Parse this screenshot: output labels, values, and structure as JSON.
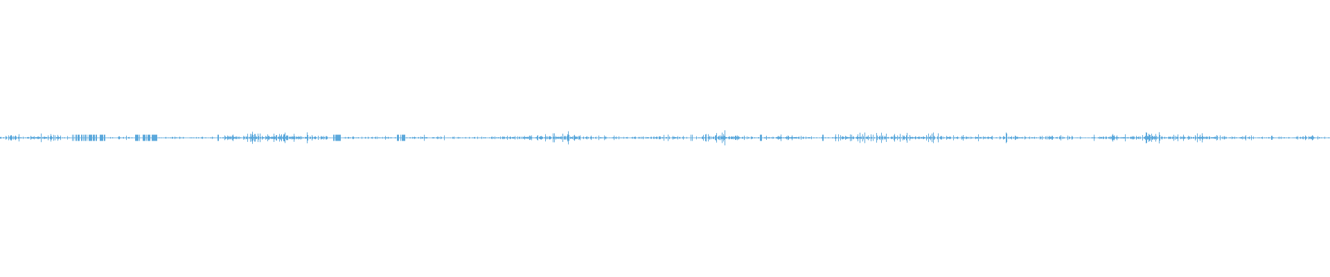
{
  "waveform": {
    "color": "#4a9fd8",
    "background": "#ffffff",
    "seed": 20231,
    "segments": [
      [
        0,
        0.2
      ],
      [
        0.3,
        0.2
      ],
      [
        1.0,
        0.9
      ],
      [
        1.5,
        0.3
      ],
      [
        3.0,
        0.5
      ],
      [
        4.0,
        0.35
      ],
      [
        4.9,
        0.2
      ],
      [
        5.8,
        0.05
      ],
      [
        6.6,
        0.05
      ],
      [
        7.4,
        0.05
      ],
      [
        8.1,
        0.15
      ],
      [
        9.1,
        0.3
      ],
      [
        10.5,
        0.05
      ],
      [
        11.4,
        0.05
      ],
      [
        12.3,
        0.2
      ],
      [
        13.2,
        0.2
      ],
      [
        14.3,
        0.2
      ],
      [
        15.2,
        0.2
      ],
      [
        15.8,
        0.25
      ],
      [
        16.4,
        0.1
      ],
      [
        17.0,
        0.5
      ],
      [
        18.1,
        0.6
      ],
      [
        19.0,
        0.7
      ],
      [
        20.3,
        0.8
      ],
      [
        21.6,
        1.0
      ],
      [
        22.7,
        0.6
      ],
      [
        23.6,
        0.5
      ],
      [
        24.4,
        0.3
      ],
      [
        25.2,
        0.05
      ],
      [
        26.3,
        0.25
      ],
      [
        27.4,
        0.2
      ],
      [
        28.3,
        0.2
      ],
      [
        29.2,
        0.25
      ],
      [
        29.9,
        0.1
      ],
      [
        30.4,
        0.1
      ],
      [
        31.1,
        0.5
      ],
      [
        32.1,
        0.3
      ],
      [
        33.2,
        0.25
      ],
      [
        34.2,
        0.2
      ],
      [
        35.3,
        0.15
      ],
      [
        36.4,
        0.15
      ],
      [
        37.4,
        0.25
      ],
      [
        38.4,
        0.35
      ],
      [
        39.3,
        0.3
      ],
      [
        40.5,
        0.6
      ],
      [
        41.6,
        0.75
      ],
      [
        42.8,
        0.65
      ],
      [
        44.0,
        0.4
      ],
      [
        45.1,
        0.25
      ],
      [
        46.4,
        0.25
      ],
      [
        47.6,
        0.2
      ],
      [
        48.6,
        0.25
      ],
      [
        49.9,
        0.35
      ],
      [
        51.1,
        0.25
      ],
      [
        52.0,
        0.1
      ],
      [
        53.0,
        0.35
      ],
      [
        54.3,
        1.0
      ],
      [
        55.5,
        0.45
      ],
      [
        56.4,
        0.25
      ],
      [
        57.2,
        0.1
      ],
      [
        58.1,
        0.5
      ],
      [
        59.2,
        0.4
      ],
      [
        60.2,
        0.2
      ],
      [
        61.2,
        0.2
      ],
      [
        61.9,
        0.1
      ],
      [
        62.6,
        0.3
      ],
      [
        63.8,
        0.55
      ],
      [
        65.2,
        0.6
      ],
      [
        66.5,
        0.55
      ],
      [
        67.8,
        0.5
      ],
      [
        69.0,
        0.45
      ],
      [
        70.2,
        0.55
      ],
      [
        71.4,
        0.45
      ],
      [
        72.6,
        0.3
      ],
      [
        73.8,
        0.4
      ],
      [
        74.9,
        0.15
      ],
      [
        75.6,
        0.55
      ],
      [
        76.7,
        0.3
      ],
      [
        77.7,
        0.25
      ],
      [
        78.7,
        0.45
      ],
      [
        79.6,
        0.25
      ],
      [
        80.5,
        0.25
      ],
      [
        81.5,
        0.2
      ],
      [
        82.4,
        0.1
      ],
      [
        83.2,
        0.55
      ],
      [
        84.4,
        0.4
      ],
      [
        85.6,
        0.45
      ],
      [
        86.8,
        0.75
      ],
      [
        87.8,
        0.6
      ],
      [
        89.1,
        0.5
      ],
      [
        90.3,
        0.6
      ],
      [
        91.5,
        0.35
      ],
      [
        92.6,
        0.25
      ],
      [
        93.6,
        0.3
      ],
      [
        94.6,
        0.25
      ],
      [
        95.5,
        0.2
      ],
      [
        96.4,
        0.2
      ],
      [
        97.3,
        0.25
      ],
      [
        98.0,
        0.6
      ],
      [
        99.0,
        0.3
      ],
      [
        100,
        0.2
      ]
    ]
  }
}
